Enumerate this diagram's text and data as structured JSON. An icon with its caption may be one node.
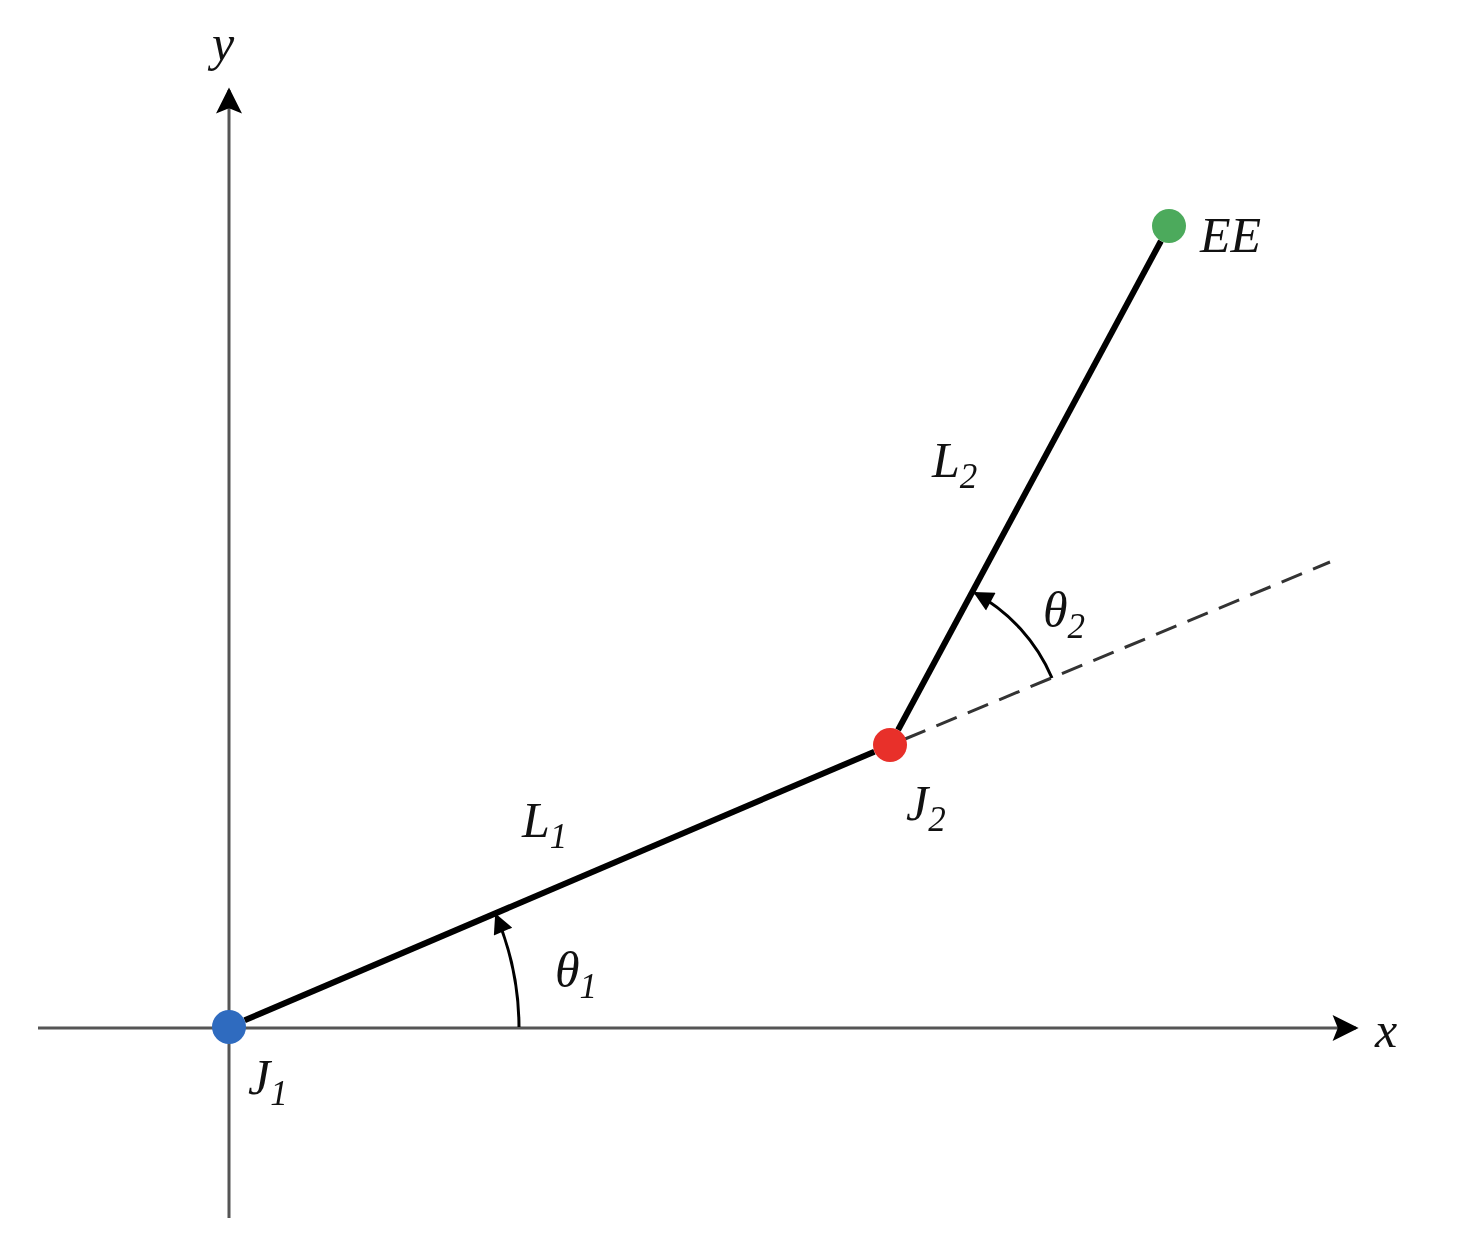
{
  "diagram": {
    "nodes": [
      {
        "text": [],
        "shape": "circle",
        "beside": [
          "J$_{1}$"
        ]
      },
      {
        "text": [],
        "shape": "circle",
        "beside": [
          "J$_{2}$"
        ]
      },
      {
        "text": [],
        "shape": "circle",
        "beside": [
          "EE"
        ]
      }
    ],
    "edges": [
      {
        "from": 0,
        "to": 1,
        "arrow": "none",
        "label": "L$_{1}$"
      },
      {
        "from": 1,
        "to": 2,
        "arrow": "none",
        "label": "L$_{2}$"
      }
    ],
    "labels": [
      "y",
      "θ$_{2}$",
      "θ$_{1}$",
      "x"
    ]
  }
}
